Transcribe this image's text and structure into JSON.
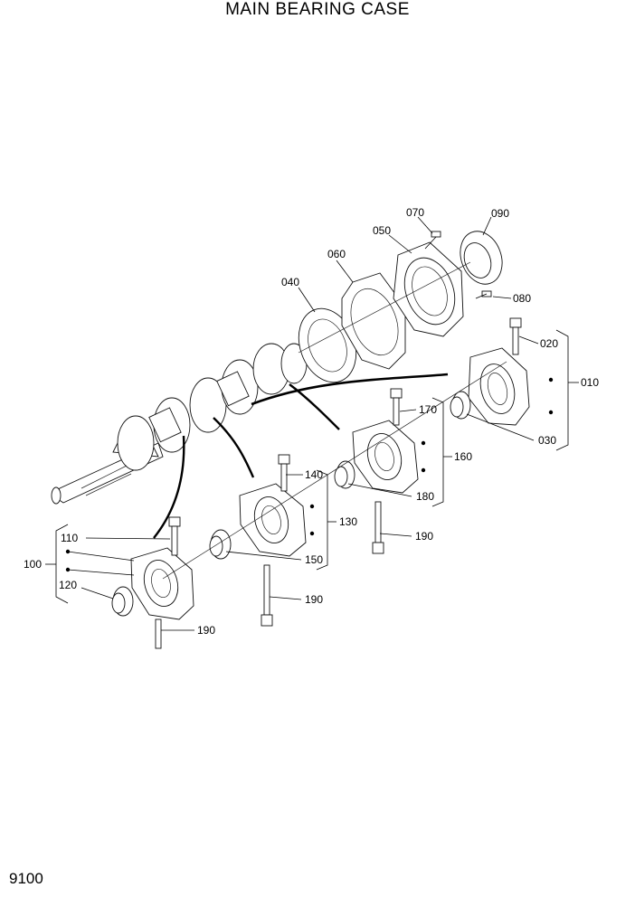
{
  "title": "MAIN BEARING CASE",
  "page_number": "9100",
  "labels": {
    "p010": "010",
    "p020": "020",
    "p030": "030",
    "p040": "040",
    "p050": "050",
    "p060": "060",
    "p070": "070",
    "p080": "080",
    "p090": "090",
    "p100": "100",
    "p110": "110",
    "p120": "120",
    "p130": "130",
    "p140": "140",
    "p150": "150",
    "p160": "160",
    "p170": "170",
    "p180": "180",
    "p190a": "190",
    "p190b": "190",
    "p190c": "190"
  }
}
